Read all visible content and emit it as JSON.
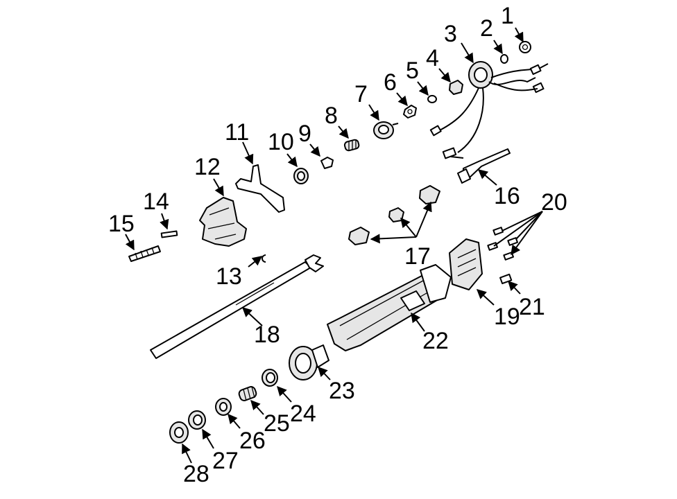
{
  "callouts": [
    {
      "id": "1",
      "text": "1"
    },
    {
      "id": "2",
      "text": "2"
    },
    {
      "id": "3",
      "text": "3"
    },
    {
      "id": "4",
      "text": "4"
    },
    {
      "id": "5",
      "text": "5"
    },
    {
      "id": "6",
      "text": "6"
    },
    {
      "id": "7",
      "text": "7"
    },
    {
      "id": "8",
      "text": "8"
    },
    {
      "id": "9",
      "text": "9"
    },
    {
      "id": "10",
      "text": "10"
    },
    {
      "id": "11",
      "text": "11"
    },
    {
      "id": "12",
      "text": "12"
    },
    {
      "id": "13",
      "text": "13"
    },
    {
      "id": "14",
      "text": "14"
    },
    {
      "id": "15",
      "text": "15"
    },
    {
      "id": "16",
      "text": "16"
    },
    {
      "id": "17",
      "text": "17"
    },
    {
      "id": "18",
      "text": "18"
    },
    {
      "id": "19",
      "text": "19"
    },
    {
      "id": "20",
      "text": "20"
    },
    {
      "id": "21",
      "text": "21"
    },
    {
      "id": "22",
      "text": "22"
    },
    {
      "id": "23",
      "text": "23"
    },
    {
      "id": "24",
      "text": "24"
    },
    {
      "id": "25",
      "text": "25"
    },
    {
      "id": "26",
      "text": "26"
    },
    {
      "id": "27",
      "text": "27"
    },
    {
      "id": "28",
      "text": "28"
    }
  ],
  "colors": {
    "ink": "#000000",
    "paper": "#ffffff"
  }
}
